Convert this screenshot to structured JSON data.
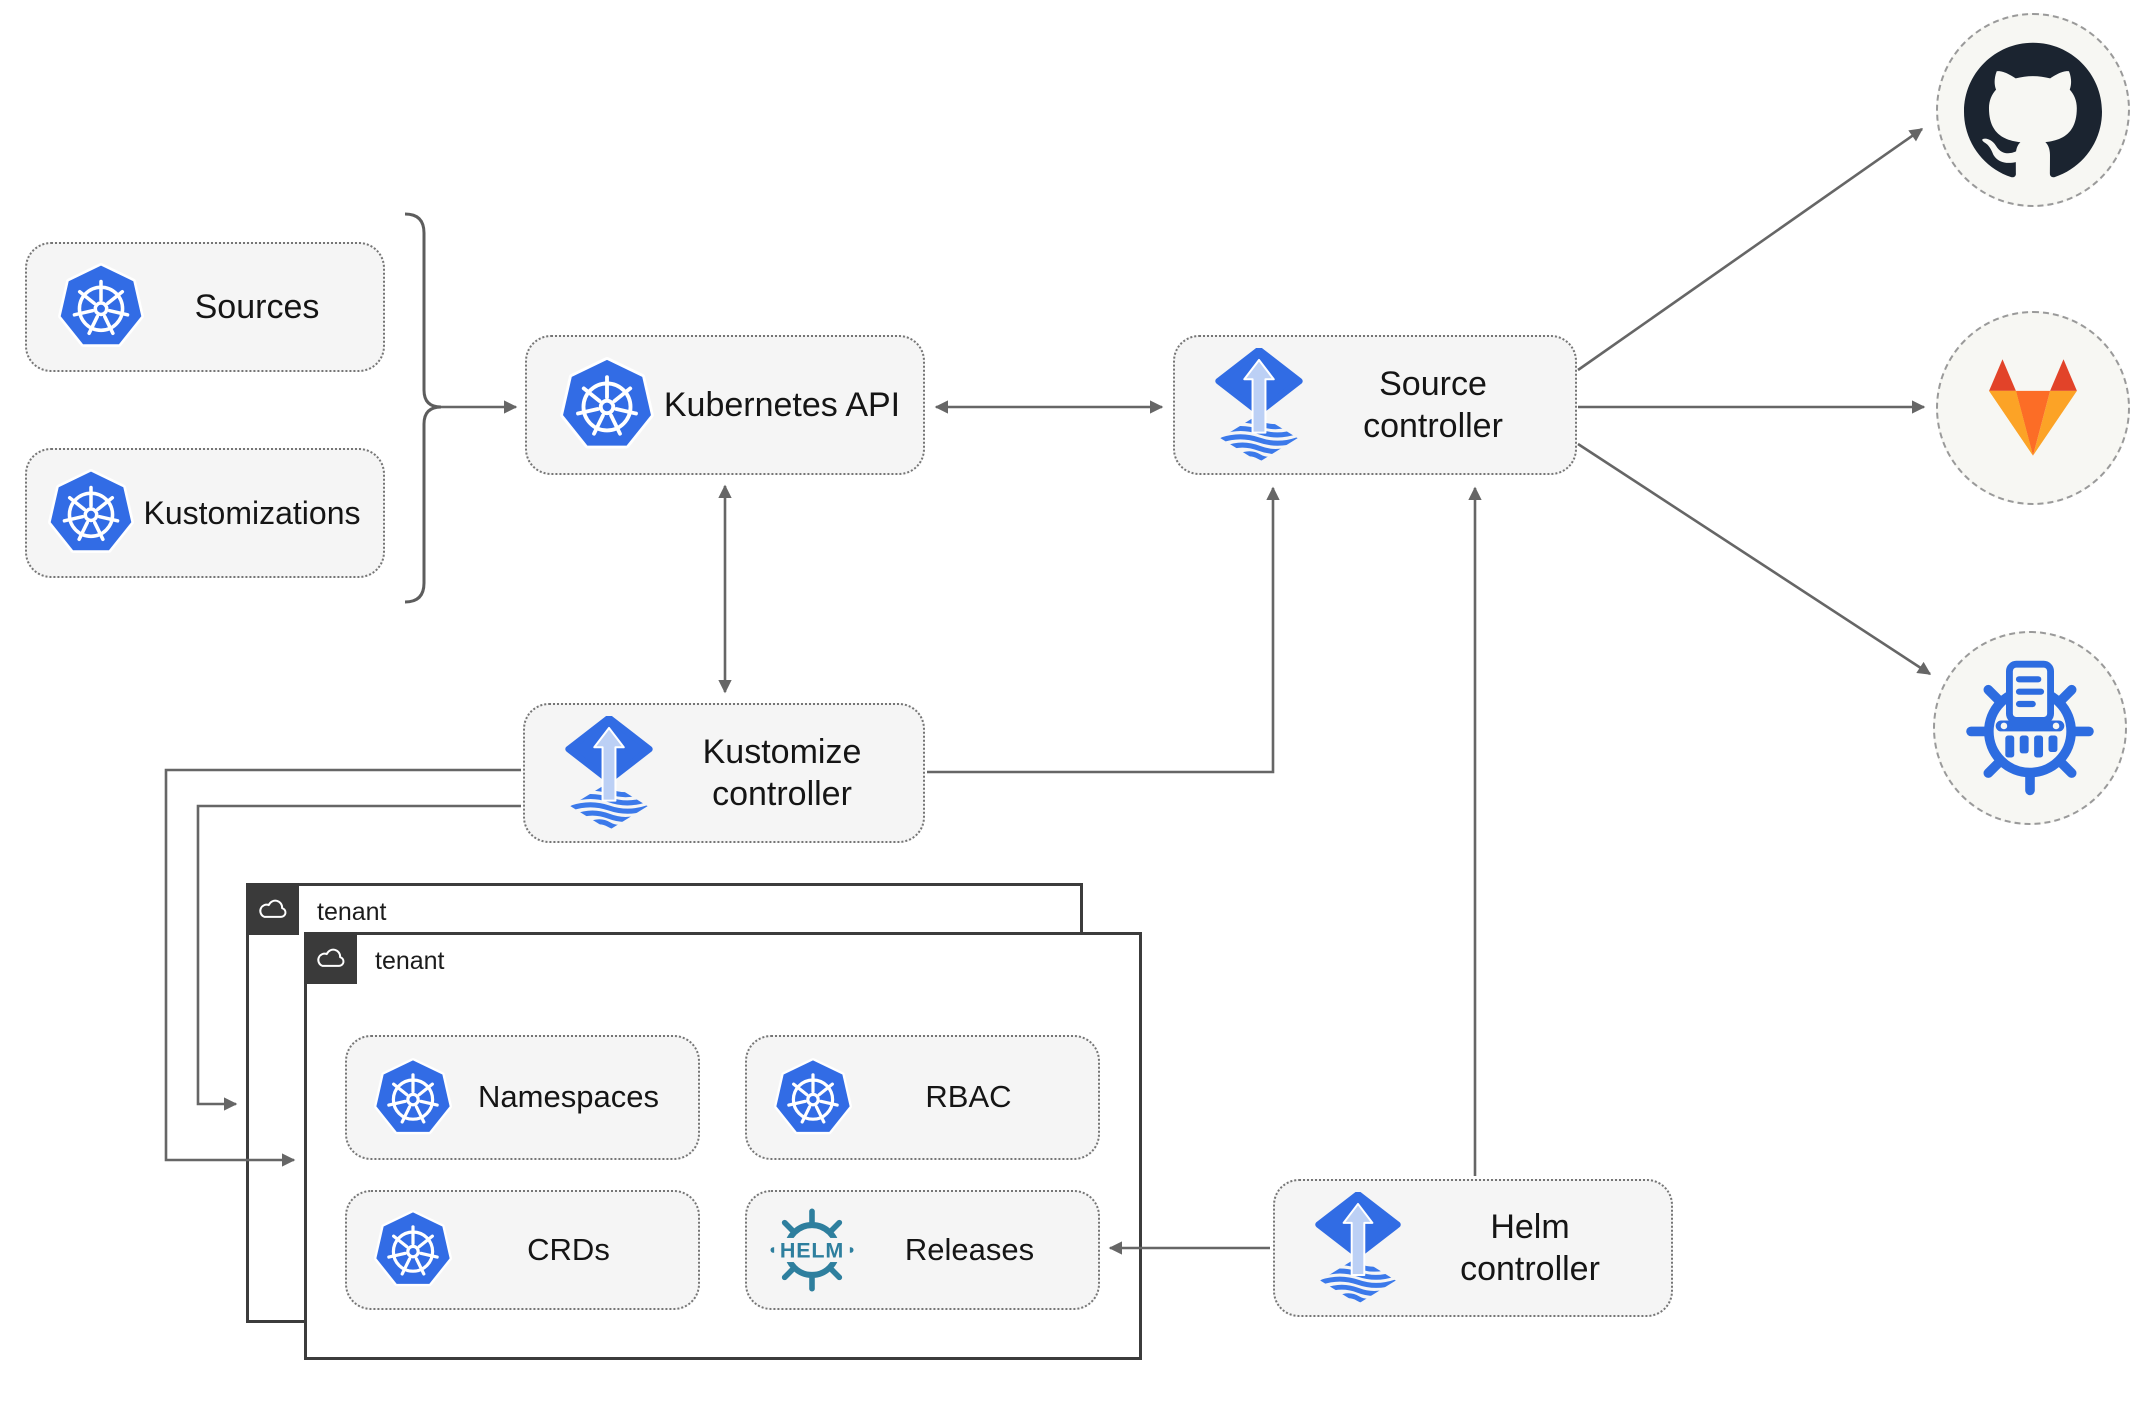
{
  "nodes": {
    "sources": {
      "label": "Sources"
    },
    "kustomizations": {
      "label": "Kustomizations"
    },
    "kubernetes_api": {
      "label": "Kubernetes API"
    },
    "source_controller": {
      "line1": "Source",
      "line2": "controller"
    },
    "kustomize_controller": {
      "line1": "Kustomize",
      "line2": "controller"
    },
    "helm_controller": {
      "line1": "Helm",
      "line2": "controller"
    },
    "tenant_back": {
      "label": "tenant"
    },
    "tenant_front": {
      "label": "tenant"
    },
    "namespaces": {
      "label": "Namespaces"
    },
    "rbac": {
      "label": "RBAC"
    },
    "crds": {
      "label": "CRDs"
    },
    "releases": {
      "label": "Releases"
    }
  },
  "icons": {
    "kubernetes": "kubernetes-logo",
    "flux": "flux-logo",
    "helm": "helm-wheel-logo",
    "helm_text": "HELM",
    "github": "github-logo",
    "gitlab": "gitlab-logo",
    "kustomize": "kustomize-wheel-logo",
    "cloud": "cloud-icon"
  },
  "colors": {
    "kubernetes_blue": "#326ce5",
    "flux_blue": "#316ce4",
    "flux_arrow_light": "#bcd0f5",
    "helm_teal": "#2e7f9e",
    "github_dark": "#1b2430",
    "gitlab_red": "#e24329",
    "gitlab_orange": "#fc6d26",
    "gitlab_yellow": "#fca326",
    "node_background": "#f5f5f5",
    "edge_gray": "#666666",
    "tenant_dark": "#3a3a3a"
  }
}
